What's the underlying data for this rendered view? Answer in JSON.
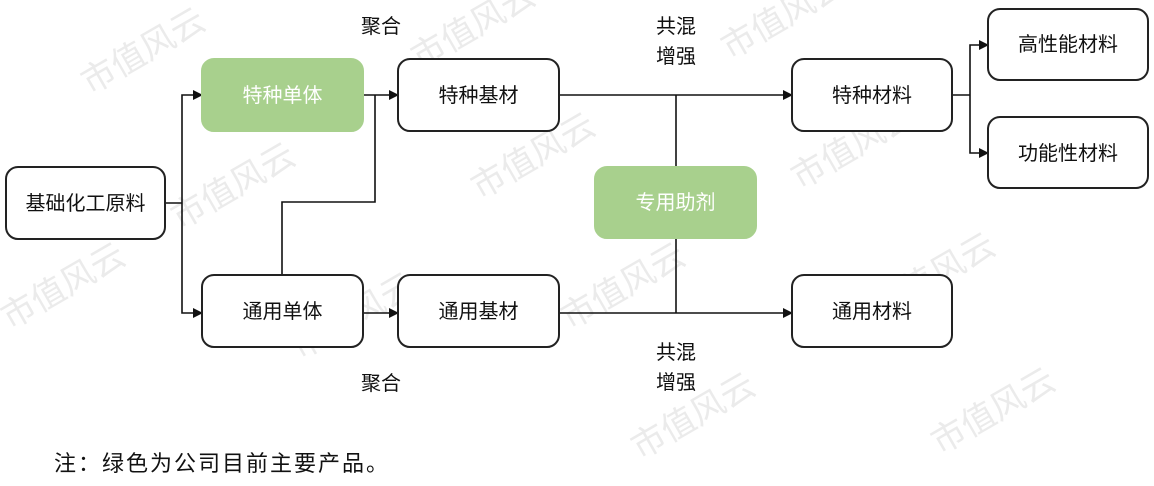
{
  "nodes": {
    "base_raw": "基础化工原料",
    "special_monomer": "特种单体",
    "general_monomer": "通用单体",
    "special_substrate": "特种基材",
    "general_substrate": "通用基材",
    "additive": "专用助剂",
    "special_material": "特种材料",
    "general_material": "通用材料",
    "high_perf": "高性能材料",
    "functional": "功能性材料"
  },
  "labels": {
    "polymerize_top": "聚合",
    "polymerize_bottom": "聚合",
    "blend_top_1": "共混",
    "blend_top_2": "增强",
    "blend_bottom_1": "共混",
    "blend_bottom_2": "增强"
  },
  "watermark": "市值风云",
  "footnote": "注：绿色为公司目前主要产品。",
  "colors": {
    "highlight": "#a8d08d",
    "stroke": "#222222"
  }
}
